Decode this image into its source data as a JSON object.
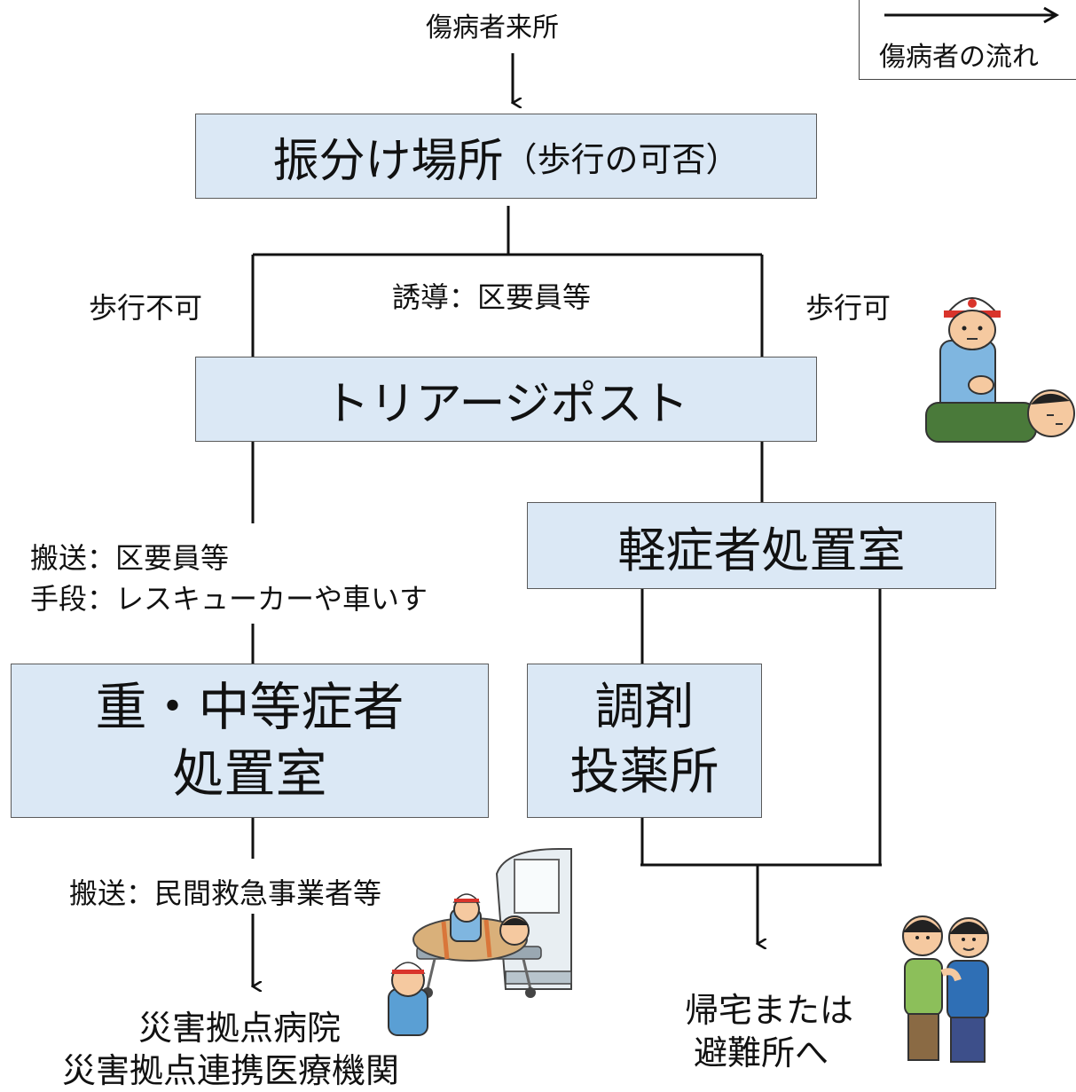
{
  "legend": {
    "label": "傷病者の流れ"
  },
  "entry": "傷病者来所",
  "nodes": {
    "triage_place_main": "振分け場所",
    "triage_place_sub": "（歩行の可否）",
    "triage_post": "トリアージポスト",
    "minor_room": "軽症者処置室",
    "severe_room_line1": "重・中等症者",
    "severe_room_line2": "処置室",
    "pharmacy_line1": "調剤",
    "pharmacy_line2": "投薬所",
    "hospital_line1": "災害拠点病院",
    "hospital_line2": "災害拠点連携医療機関",
    "home_line1": "帰宅または",
    "home_line2": "避難所へ"
  },
  "edge_labels": {
    "non_ambulatory": "歩行不可",
    "ambulatory": "歩行可",
    "guidance": "誘導：区要員等",
    "transport1_line1": "搬送：区要員等",
    "transport1_line2": "手段：レスキューカーや車いす",
    "transport2": "搬送：民間救急事業者等"
  },
  "illustrations": [
    "rescuer-with-patient-illustration",
    "ambulance-stretcher-illustration",
    "walking-companions-illustration"
  ]
}
